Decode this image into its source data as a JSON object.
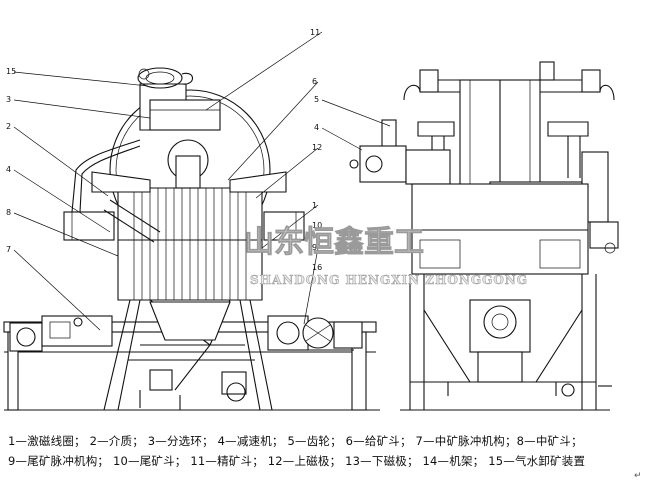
{
  "diagram": {
    "callouts": [
      "15",
      "3",
      "2",
      "11",
      "4",
      "7",
      "6",
      "12",
      "8",
      "9",
      "5",
      "4",
      "1",
      "10",
      "16"
    ],
    "watermark_text": "山东恒鑫重工",
    "watermark_pinyin": "SHANDONG HENGXIN ZHONGGONG",
    "corner_mark": "↵"
  },
  "legend": {
    "line1": "1—激磁线圈；  2—介质；  3—分选环；  4—减速机；  5—齿轮；  6—给矿斗；  7—中矿脉冲机构；8—中矿斗；",
    "line2": "9—尾矿脉冲机构；  10—尾矿斗；  11—精矿斗；  12—上磁极；  13—下磁极；  14—机架；  15—气水卸矿装置"
  }
}
